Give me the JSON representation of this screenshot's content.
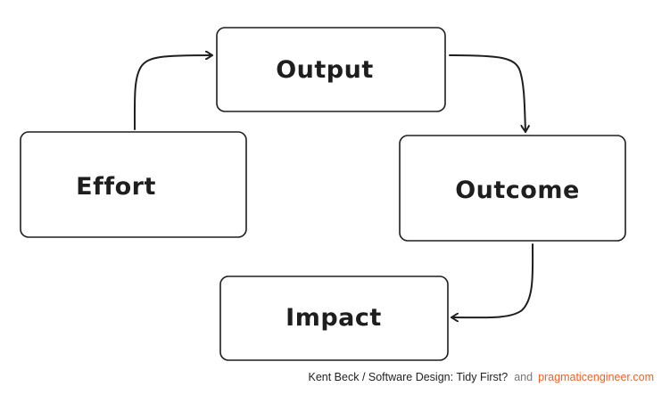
{
  "diagram": {
    "nodes": {
      "effort": "Effort",
      "output": "Output",
      "outcome": "Outcome",
      "impact": "Impact"
    },
    "edges": [
      {
        "from": "effort",
        "to": "output"
      },
      {
        "from": "output",
        "to": "outcome"
      },
      {
        "from": "outcome",
        "to": "impact"
      }
    ]
  },
  "footer": {
    "credit": "Kent Beck / Software Design: Tidy First?",
    "and": "and",
    "brand": "pragmaticengineer.com"
  },
  "colors": {
    "stroke": "#1e1e1e",
    "brand": "#e8642c"
  }
}
